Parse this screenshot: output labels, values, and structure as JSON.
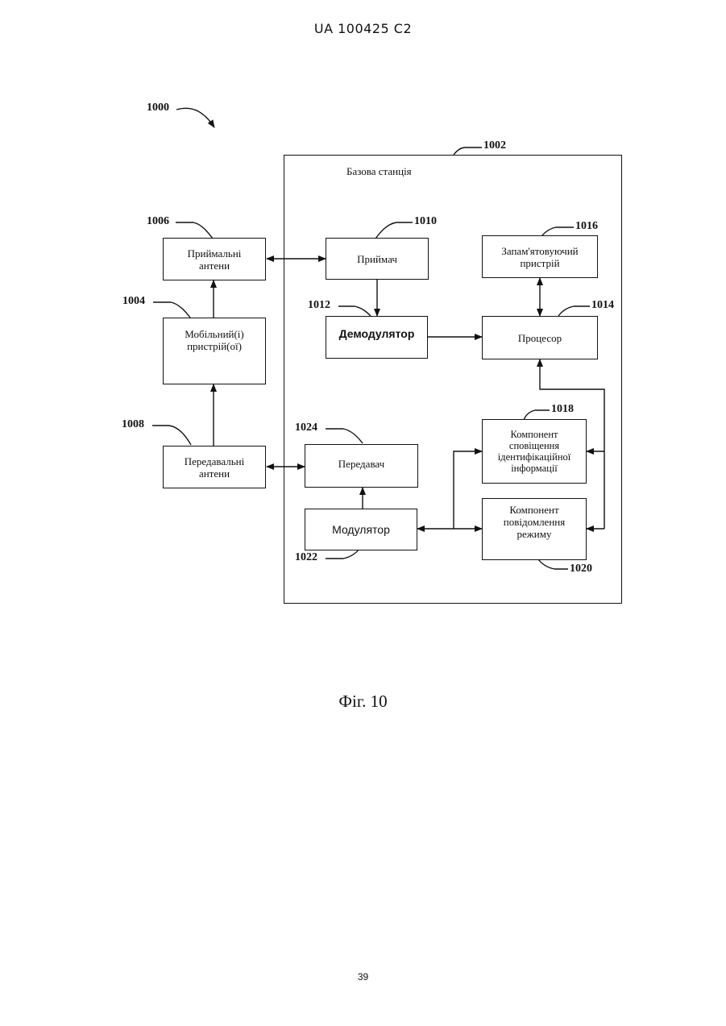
{
  "header": "UA   100425   C2",
  "page_number": "39",
  "caption": "Фіг. 10",
  "refs": {
    "system": "1000",
    "base_station": "1002",
    "mobile": "1004",
    "rx_antennas": "1006",
    "tx_antennas": "1008",
    "receiver": "1010",
    "demodulator": "1012",
    "processor": "1014",
    "memory": "1016",
    "id_notify": "1018",
    "mode_report": "1020",
    "modulator": "1022",
    "transmitter": "1024"
  },
  "blocks": {
    "base_station": "Базова станція",
    "rx_antennas": "Приймальні\nантени",
    "mobile": "Мобільний(і)\nпристрій(ої)",
    "tx_antennas": "Передавальні\nантени",
    "receiver": "Приймач",
    "demodulator": "Демодулятор",
    "processor": "Процесор",
    "memory": "Запам'ятовуючий\nпристрій",
    "id_notify": "Компонент\nсповіщення\nідентифікаційної\nінформації",
    "mode_report": "Компонент\nповідомлення\nрежиму",
    "transmitter": "Передавач",
    "modulator": "Модулятор"
  }
}
